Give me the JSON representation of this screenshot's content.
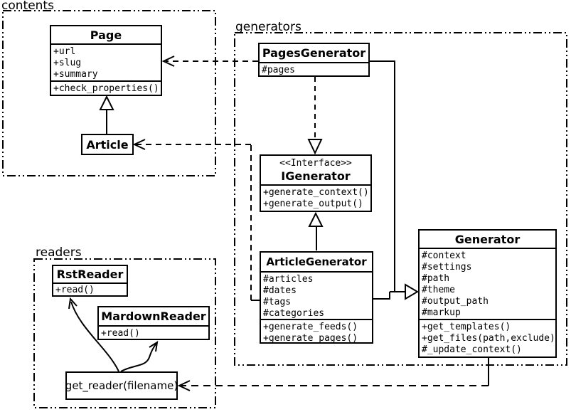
{
  "diagram_type": "uml_class_diagram",
  "colors": {
    "line": "#000000",
    "background": "#ffffff"
  },
  "packages": {
    "contents": {
      "label": "contents"
    },
    "generators": {
      "label": "generators"
    },
    "readers": {
      "label": "readers"
    }
  },
  "classes": {
    "page": {
      "name": "Page",
      "attributes": [
        "+url",
        "+slug",
        "+summary"
      ],
      "methods": [
        "+check_properties()"
      ]
    },
    "article": {
      "name": "Article"
    },
    "pages_generator": {
      "name": "PagesGenerator",
      "attributes": [
        "#pages"
      ]
    },
    "igenerator": {
      "stereotype": "<<Interface>>",
      "name": "IGenerator",
      "methods": [
        "+generate_context()",
        "+generate_output()"
      ]
    },
    "article_generator": {
      "name": "ArticleGenerator",
      "attributes": [
        "#articles",
        "#dates",
        "#tags",
        "#categories"
      ],
      "methods": [
        "+generate_feeds()",
        "+generate_pages()"
      ]
    },
    "generator": {
      "name": "Generator",
      "attributes": [
        "#context",
        "#settings",
        "#path",
        "#theme",
        "#output_path",
        "#markup"
      ],
      "methods": [
        "+get_templates()",
        "+get_files(path,exclude)",
        "#_update_context()"
      ]
    },
    "rst_reader": {
      "name": "RstReader",
      "methods": [
        "+read()"
      ]
    },
    "mardown_reader": {
      "name": "MardownReader",
      "methods": [
        "+read()"
      ]
    },
    "get_reader": {
      "name": "get_reader(filename)"
    }
  },
  "relationships": [
    {
      "type": "generalization",
      "from": "Article",
      "to": "Page"
    },
    {
      "type": "dependency",
      "from": "PagesGenerator",
      "to": "Page"
    },
    {
      "type": "dependency",
      "from": "ArticleGenerator",
      "to": "Article"
    },
    {
      "type": "realization",
      "from": "PagesGenerator",
      "to": "IGenerator"
    },
    {
      "type": "generalization",
      "from": "ArticleGenerator",
      "to": "IGenerator"
    },
    {
      "type": "generalization",
      "from": "PagesGenerator",
      "to": "Generator"
    },
    {
      "type": "generalization",
      "from": "ArticleGenerator",
      "to": "Generator"
    },
    {
      "type": "dependency",
      "from": "Generator",
      "to": "get_reader(filename)"
    },
    {
      "type": "arrow",
      "from": "get_reader(filename)",
      "to": "RstReader"
    },
    {
      "type": "arrow",
      "from": "get_reader(filename)",
      "to": "MardownReader"
    }
  ]
}
